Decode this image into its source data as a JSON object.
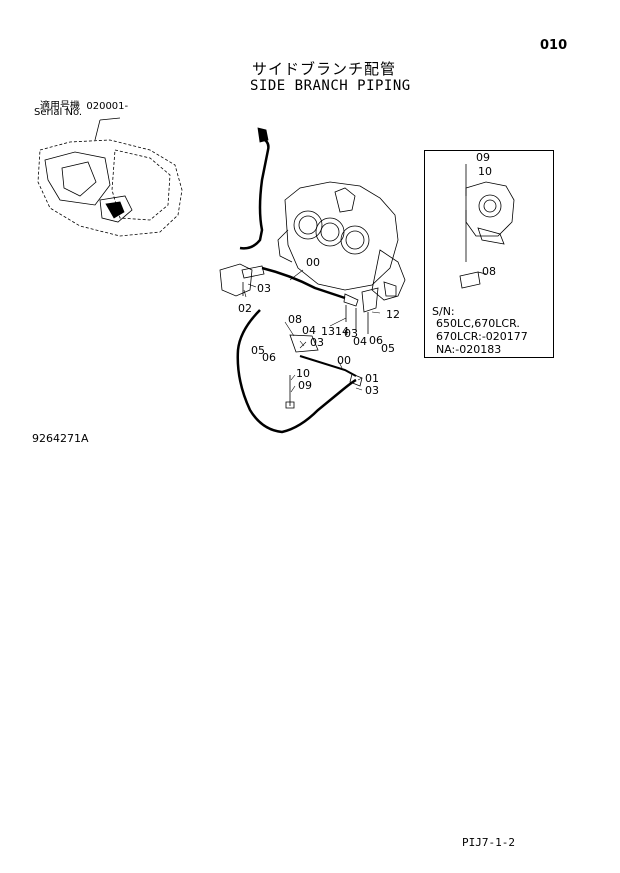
{
  "page_number": "010",
  "title_jp": "サイドブランチ配管",
  "title_en": "SIDE BRANCH PIPING",
  "serial": {
    "label_jp": "適用号機",
    "range": "020001-",
    "label_en": "Serial No."
  },
  "figure_number": "9264271A",
  "footer_code": "PIJ7-1-2",
  "callouts": [
    {
      "id": "c00a",
      "text": "00"
    },
    {
      "id": "c03a",
      "text": "03"
    },
    {
      "id": "c02",
      "text": "02"
    },
    {
      "id": "c08",
      "text": "08"
    },
    {
      "id": "c04a",
      "text": "04"
    },
    {
      "id": "c1314",
      "text": "1314"
    },
    {
      "id": "c03b",
      "text": "03"
    },
    {
      "id": "c12",
      "text": "12"
    },
    {
      "id": "c04b",
      "text": "04"
    },
    {
      "id": "c06a",
      "text": "06"
    },
    {
      "id": "c05a",
      "text": "05"
    },
    {
      "id": "c05b",
      "text": "05"
    },
    {
      "id": "c06b",
      "text": "06"
    },
    {
      "id": "c03c",
      "text": "03"
    },
    {
      "id": "c00b",
      "text": "00"
    },
    {
      "id": "c10",
      "text": "10"
    },
    {
      "id": "c01",
      "text": "01"
    },
    {
      "id": "c09",
      "text": "09"
    },
    {
      "id": "c03d",
      "text": "03"
    }
  ],
  "inset": {
    "callouts": [
      {
        "id": "i09",
        "text": "09"
      },
      {
        "id": "i10",
        "text": "10"
      },
      {
        "id": "i08",
        "text": "08"
      }
    ],
    "sn_label": "S/N:",
    "sn_lines": [
      "650LC,670LCR.",
      "670LCR:-020177",
      "NA:-020183"
    ]
  }
}
